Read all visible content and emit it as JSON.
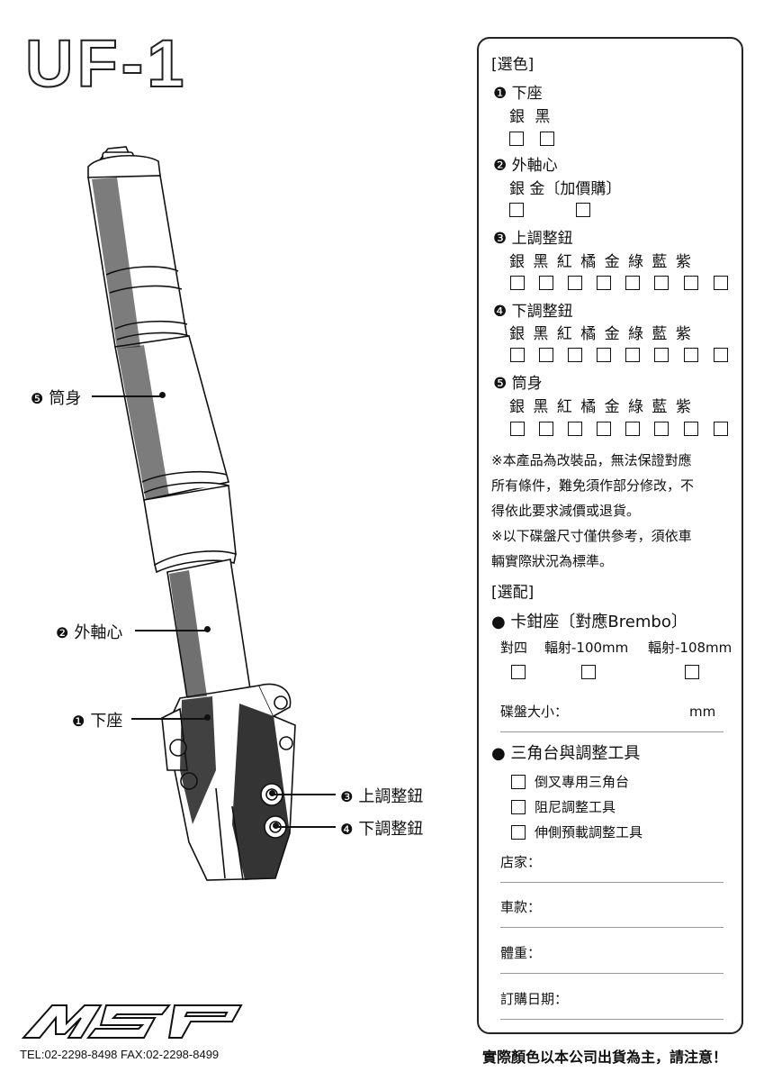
{
  "title": "UF-1",
  "callouts": {
    "tube": {
      "num": "❺",
      "label": "筒身"
    },
    "outer": {
      "num": "❷",
      "label": "外軸心"
    },
    "base": {
      "num": "❶",
      "label": "下座"
    },
    "upper_adj": {
      "num": "❸",
      "label": "上調整鈕"
    },
    "lower_adj": {
      "num": "❹",
      "label": "下調整鈕"
    }
  },
  "form": {
    "color_header": "[選色]",
    "s1": {
      "title": "❶ 下座",
      "colors": "銀 黑"
    },
    "s2": {
      "title": "❷ 外軸心",
      "colors": "銀  金〔加價購〕"
    },
    "s3": {
      "title": "❸ 上調整鈕",
      "colors": "銀 黑 紅 橘 金 綠 藍 紫"
    },
    "s4": {
      "title": "❹ 下調整鈕",
      "colors": "銀 黑 紅 橘 金 綠 藍 紫"
    },
    "s5": {
      "title": "❺ 筒身",
      "colors": "銀 黑 紅 橘 金 綠 藍 紫"
    },
    "notes": [
      "※本產品為改裝品，無法保證對應",
      "所有條件，難免須作部分修改，不",
      "得依此要求減價或退貨。",
      "※以下碟盤尺寸僅供參考，須依車",
      "輛實際狀況為標準。"
    ],
    "options_header": "[選配]",
    "caliper": {
      "title": "● 卡鉗座〔對應Brembo〕",
      "options": [
        "對四",
        "輻射-100mm",
        "輻射-108mm"
      ]
    },
    "disc_label": "碟盤大小：",
    "disc_unit": "mm",
    "triple": {
      "title": "● 三角台與調整工具",
      "items": [
        "倒叉專用三角台",
        "阻尼調整工具",
        "伸側預載調整工具"
      ]
    },
    "fields": [
      "店家：",
      "車款：",
      "體重：",
      "訂購日期："
    ]
  },
  "footer": {
    "contact": "TEL:02-2298-8498   FAX:02-2298-8499",
    "notice": "實際顏色以本公司出貨為主，請注意！"
  },
  "brand": "MSP"
}
